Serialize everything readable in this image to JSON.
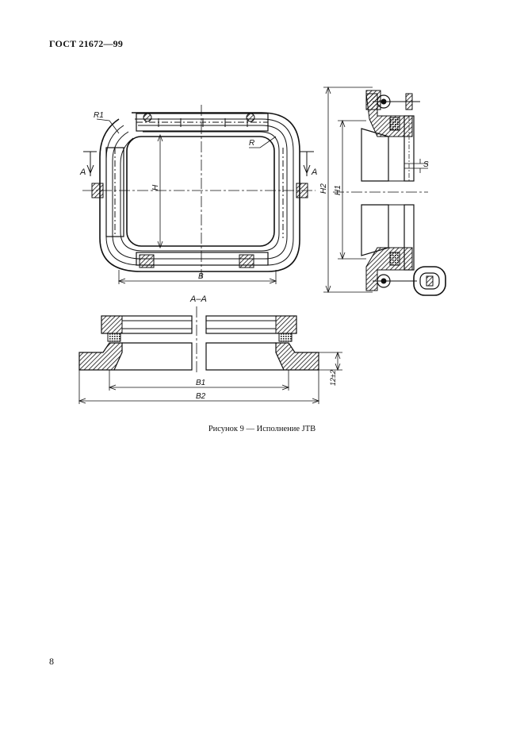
{
  "header": {
    "doc_code": "ГОСТ 21672—99"
  },
  "drawing": {
    "dim_labels": {
      "r1": "R1",
      "r": "R",
      "h": "H",
      "b": "B",
      "h2": "H2",
      "h1": "H1",
      "s": "S",
      "b1": "B1",
      "b2": "B2",
      "height_tol": "12±2",
      "section_mark": "A",
      "section_title": "A–A"
    }
  },
  "caption": {
    "text": "Рисунок 9 — Исполнение JTB"
  },
  "footer": {
    "page_number": "8"
  }
}
